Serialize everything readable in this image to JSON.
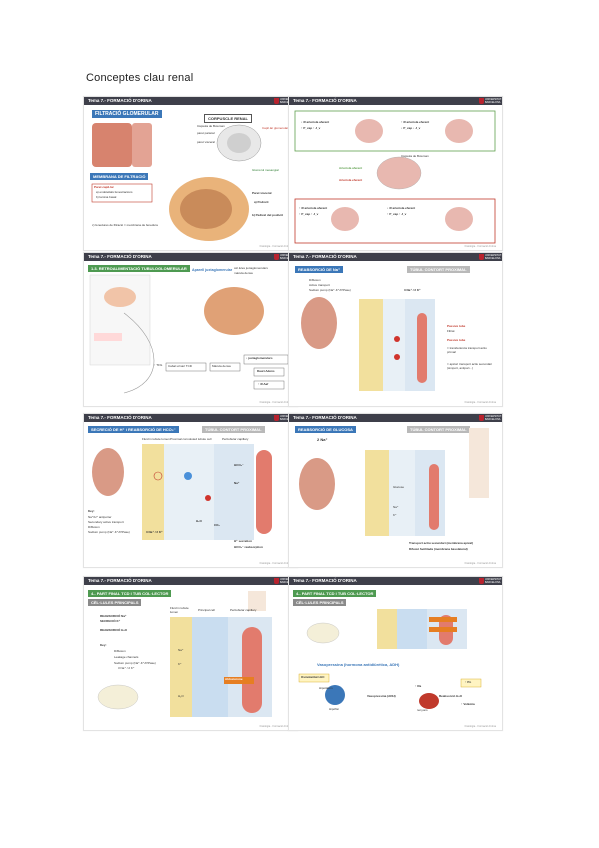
{
  "document": {
    "title": "Conceptes clau renal"
  },
  "slides": [
    {
      "header": "Tema 7.- FORMACIÓ D'ORINA",
      "boxes": [
        "FILTRACIÓ GLOMERULAR",
        "CORPUSCLE RENAL",
        "MEMBRANA DE FILTRACIÓ"
      ],
      "labels": [
        "Càpsula de Bowman",
        "paret parietal",
        "paret visceral",
        "Capil·lar glomerular",
        "Paret capil·lar",
        "a) endotelials fenestracions",
        "b) lamina basal",
        "c) fenedures de filtració = membrana de fenedura",
        "Paret visceral",
        "a) Podòcit",
        "b) Pedicel del podòcit",
        "Glomèrul mesangial"
      ]
    },
    {
      "header": "Tema 7.- FORMACIÓ D'ORINA",
      "labels": [
        "↓ Ø arteriola aferent",
        "↑ Ø arteriola eferent",
        "↑ P_cap ↑ J_v",
        "↓ P_cap ↓ J_v",
        "Arteriola aferent",
        "Arteriola eferent",
        "Càpsula de Bowman",
        "↑ Ø arteriola aferent",
        "↓ Ø arteriola eferent",
        "↑ P_cap ↑ J_v",
        "↑ P_cap ↑ J_v"
      ]
    },
    {
      "header": "Tema 7.- FORMACIÓ D'ORINA",
      "boxes": [
        "1.3. RETROALIMENTACIÓ TUBULOGLOMERULAR",
        "Aparell juxtaglomerular"
      ],
      "labels": [
        "cèl·lules juxtaglomerulars",
        "màcula densa",
        "↑ TFG",
        "Cabal urinari TCD",
        "Màcula densa",
        "↓ juxtaglomerulars",
        "Dauri Adens",
        "↑ Ø Aaf"
      ]
    },
    {
      "header": "Tema 7.- FORMACIÓ D'ORINA",
      "boxes": [
        "REABSORCIÓ DE Na⁺",
        "TÚBUL CONTORT PROXIMAL"
      ],
      "labels": [
        "Diffusion",
        "Active transport",
        "Sodium pump (Na⁺-K⁺ATPase)",
        "3 Na⁺ / 2 K⁺",
        "Passive tube",
        "Filtrat",
        "Passive tube",
        "= transferència transport actiu primari",
        "= apical: transport actiu secundari (simport, antiport...)"
      ]
    },
    {
      "header": "Tema 7.- FORMACIÓ D'ORINA",
      "boxes": [
        "SECRECIÓ DE H⁺ i REABSORCIÓ DE HCO₃⁻",
        "TÚBUL CONTORT PROXIMAL"
      ],
      "labels": [
        "Fluid in tubule lumen",
        "Proximal convoluted tubule cell",
        "Peritubular capillary",
        "HCO₃⁻",
        "H₂O",
        "CO₂",
        "Na⁺",
        "Key:",
        "Na⁺/H⁺ antiporter",
        "Secondary active transport",
        "Diffusion",
        "Sodium pump (Na⁺-K⁺ATPase)",
        "3 Na⁺ / 2 K⁺",
        "H⁺ secretion",
        "HCO₃⁻ reabsorption"
      ]
    },
    {
      "header": "Tema 7.- FORMACIÓ D'ORINA",
      "boxes": [
        "REABSORCIÓ DE GLUCOSA",
        "TÚBUL CONTORT PROXIMAL"
      ],
      "labels": [
        "2 Na⁺",
        "Glucose",
        "Na⁺",
        "K⁺",
        "Transport actiu secundari (membrana apical)",
        "Difusió facilitada (membrana basolateral)"
      ]
    },
    {
      "header": "Tema 7.- FORMACIÓ D'ORINA",
      "boxes": [
        "4.- PART FINAL TCD I TUB COL·LECTOR",
        "CÈL·LULES PRINCIPALS"
      ],
      "labels": [
        "REABSORCIÓ Na⁺",
        "SECRECIÓ K⁺",
        "REABSORCIÓ H₂O",
        "Key:",
        "Diffusion",
        "Leakage channels",
        "Sodium pump (Na⁺-K⁺ATPase)",
        "3 Na⁺ / 2 K⁺",
        "Fluid in tubule lumen",
        "Principal cell",
        "Peritubular capillary",
        "Aldosterone",
        "H₂O",
        "Na⁺",
        "K⁺"
      ]
    },
    {
      "header": "Tema 7.- FORMACIÓ D'ORINA",
      "boxes": [
        "4.- PART FINAL TCD I TUB COL·LECTOR",
        "CÈL·LULES PRINCIPALS",
        "Vasopressina (hormona antidiürètica, ADH)"
      ],
      "labels": [
        "Osmolaritat LEC",
        "Hipotàlem",
        "Hipòfisi",
        "Vasopressina (ADH)",
        "↑ Ra",
        "Reabsorció H₂O",
        "renyons",
        "↑ Volèmia",
        "↑ Po"
      ]
    }
  ]
}
